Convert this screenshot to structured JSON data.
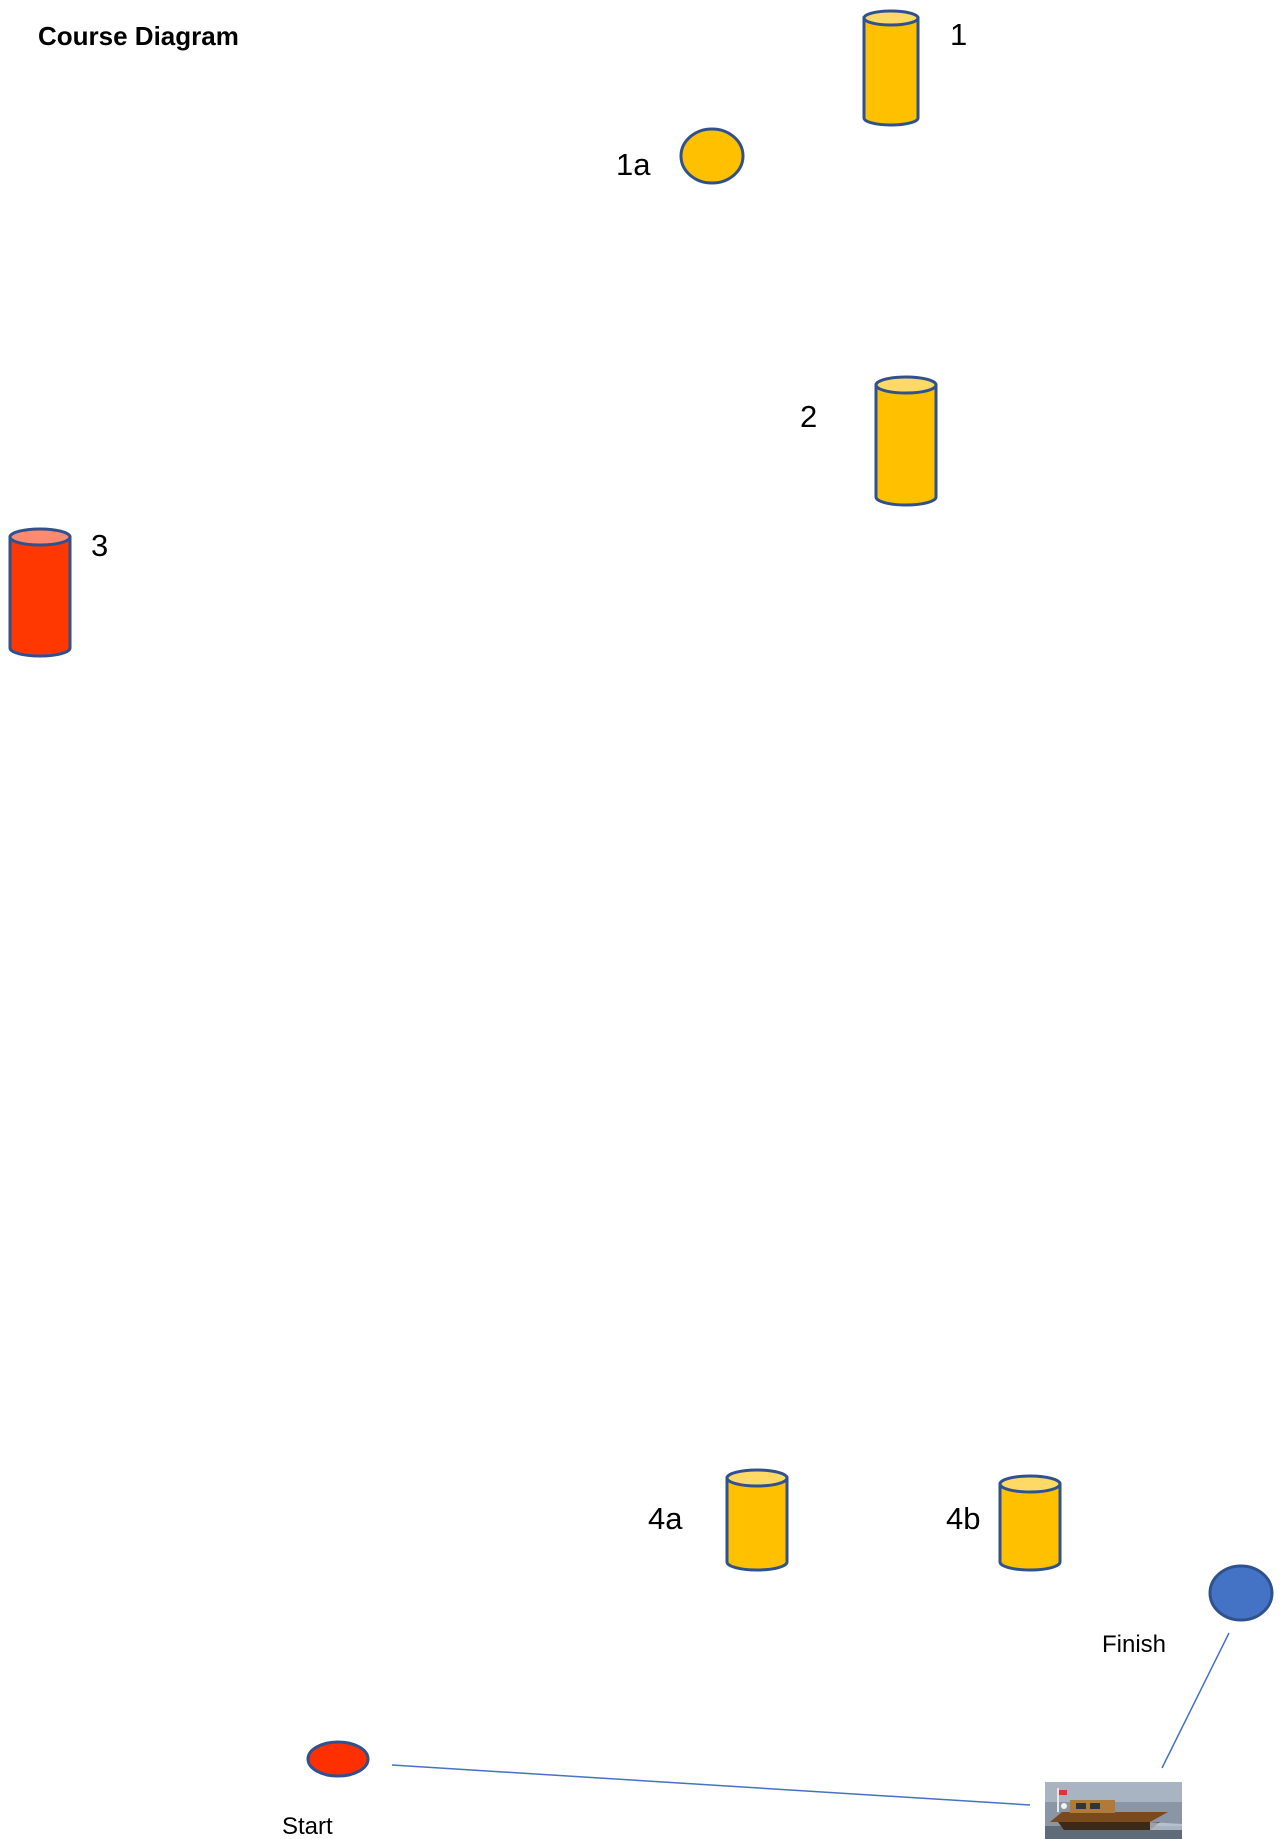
{
  "title": "Course Diagram",
  "marks": {
    "m1": "1",
    "m1a": "1a",
    "m2": "2",
    "m3": "3",
    "m4a": "4a",
    "m4b": "4b"
  },
  "start_label": "Start",
  "finish_label": "Finish",
  "colors": {
    "yellow_body": "#ffc000",
    "yellow_top": "#ffd966",
    "red_body": "#ff3700",
    "red_top": "#ff8a70",
    "finish_blue": "#4472c4",
    "start_red": "#ff3000",
    "outline": "#2f528f",
    "line": "#4472c4"
  },
  "icons": {
    "boat": "committee-boat-icon"
  }
}
